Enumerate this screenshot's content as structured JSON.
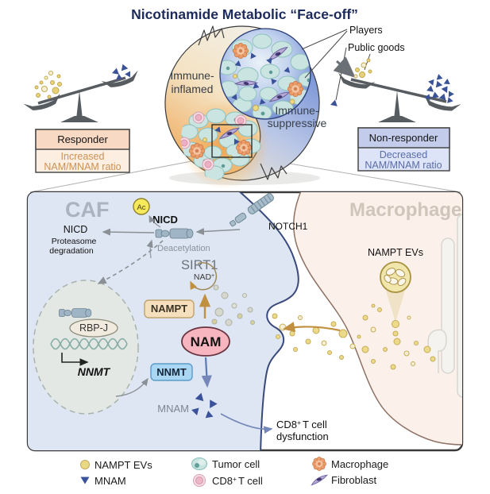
{
  "title": "Nicotinamide Metabolic “Face-off”",
  "top": {
    "players_label": "Players",
    "public_goods_label": "Public goods",
    "responder": {
      "header": "Responder",
      "line1": "Increased",
      "line2": "NAM/MNAM ratio"
    },
    "non_responder": {
      "header": "Non-responder",
      "line1": "Decreased",
      "line2": "NAM/MNAM ratio"
    },
    "inflamed_line1": "Immune-",
    "inflamed_line2": "inflamed",
    "suppressive_line1": "Immune-",
    "suppressive_line2": "suppressive"
  },
  "panel": {
    "caf_label": "CAF",
    "macrophage_label": "Macrophage",
    "ac_label": "Ac",
    "nicd_label": "NICD",
    "degradation_line1": "NICD",
    "degradation_line2": "Proteasome",
    "degradation_line3": "degradation",
    "notch1_label": "NOTCH1",
    "deacetylation_label": "Deacetylation",
    "sirt1_label": "SIRT1",
    "nad_label": "NAD",
    "nad_sup": "+",
    "nampt_label": "NAMPT",
    "nam_label": "NAM",
    "nnmt_label": "NNMT",
    "rbpj_label": "RBP-J",
    "nnmt_gene_label": "NNMT",
    "mnam_label": "MNAM",
    "cd8_pre": "CD8",
    "cd8_sup": "+",
    "cd8_post": "T cell",
    "cd8_line2": "dysfunction",
    "nampt_evs_label": "NAMPT EVs"
  },
  "legend": {
    "nampt_evs": "NAMPT EVs",
    "mnam": "MNAM",
    "tumor_cell": "Tumor cell",
    "cd8_pre": "CD8",
    "cd8_sup": "+",
    "cd8_post": "T cell",
    "macrophage": "Macrophage",
    "fibroblast": "Fibroblast"
  },
  "colors": {
    "title_navy": "#1c2a5c",
    "responder_header_bg": "#f8d9c4",
    "responder_body_bg": "#fdeee2",
    "responder_text": "#cd9154",
    "non_responder_header_bg": "#c3cdeb",
    "non_responder_body_bg": "#dde4f7",
    "non_responder_text": "#5a6da9",
    "caf_cell_bg": "#dde6f2",
    "caf_membrane": "#39497c",
    "macrophage_bg": "#fcf1ea",
    "macrophage_membrane": "#8d7265",
    "nam_fill": "#f7b6bf",
    "nampt_fill": "#f5dfbd",
    "nnmt_fill": "#a9d6f3",
    "ev_yellow": "#ead983",
    "mnam_navy": "#3a529a",
    "ac_yellow": "#f6e95c",
    "tan_arrow": "#c09040",
    "blue_arrow": "#7487b8",
    "gray_arrow": "#8a9096"
  }
}
